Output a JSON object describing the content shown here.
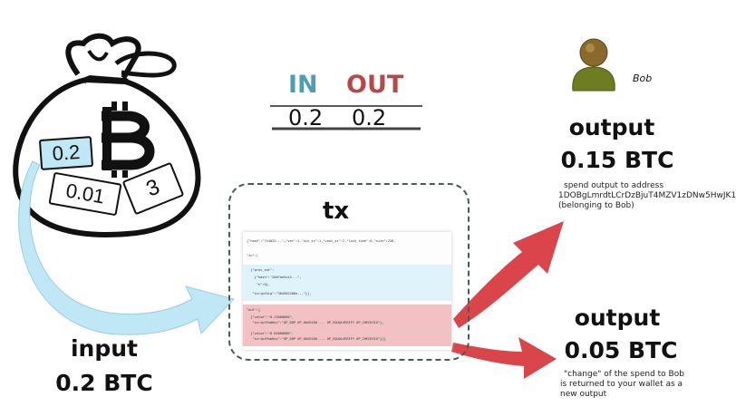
{
  "table": {
    "in_label": "IN",
    "out_label": "OUT",
    "in_value": "0.2",
    "out_value": "0.2"
  },
  "bag": {
    "coin_big": "0.2",
    "coin_mid": "0.01",
    "coin_small": "3"
  },
  "tx": {
    "title": "tx",
    "code_lines": [
      "{\"hash\":\"7c4025...\",\"ver\":1,\"vin_sz\":1,\"vout_sz\":2,\"lock_time\":0,\"size\":258,",
      "\"in\":[",
      "  {\"prev_out\":",
      "    {\"hash\":\"2007ae5ce2...\",",
      "     \"n\":0},",
      "   \"scriptSig\":\"304502206e...\"}],",
      "\"out\":[",
      "  {\"value\":\"0.15000000\",",
      "   \"scriptPubKey\":\"OP_DUP OP_HASH160 ... OP_EQUALVERIFY OP_CHECKSIG\"},",
      "  {\"value\":\"0.05000000\",",
      "   \"scriptPubKey\":\"OP_DUP OP_HASH160 ... OP_EQUALVERIFY OP_CHECKSIG\"}]}"
    ]
  },
  "input": {
    "label": "input",
    "amount": "0.2 BTC"
  },
  "bob": {
    "name": "Bob"
  },
  "output1": {
    "label": "output",
    "amount": "0.15 BTC",
    "note_line1": "spend output to address",
    "note_line2": "1DOBgLmrdtLCrDzBjuT4MZV1zDNw5HwJK1",
    "note_line3": "(belonging to Bob)"
  },
  "output2": {
    "label": "output",
    "amount": "0.05 BTC",
    "note_line1": "\"change\" of the spend to Bob",
    "note_line2": "is returned to your wallet as a",
    "note_line3": "new output"
  },
  "colors": {
    "in": "#4f9db3",
    "out": "#b5494a",
    "arrow_blue": "#bfe7f5",
    "arrow_red": "#d9454a"
  }
}
